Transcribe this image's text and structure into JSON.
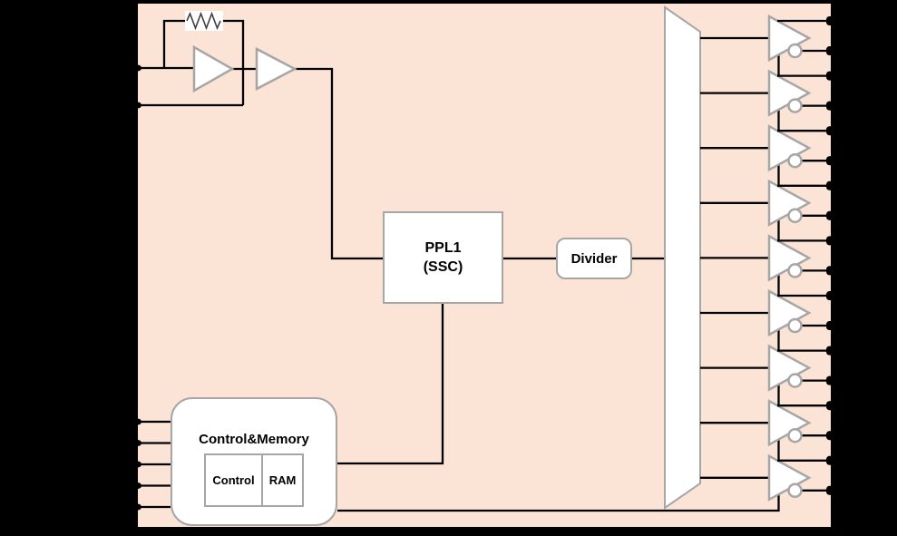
{
  "diagram": {
    "blocks": {
      "pll": {
        "line1": "PPL1",
        "line2": "(SSC)"
      },
      "divider": {
        "label": "Divider"
      },
      "control_memory": {
        "title": "Control&Memory",
        "control_label": "Control",
        "ram_label": "RAM"
      }
    },
    "colors": {
      "background": "#000000",
      "block_fill": "#FBE4D5",
      "shape_fill": "#FFFFFF",
      "shape_border": "#A6A6A6",
      "wire": "#000000"
    },
    "structure": {
      "output_buffer_count": 9,
      "output_pad_count": 18,
      "crystal_pin_count": 2,
      "control_pin_count": 5
    }
  }
}
